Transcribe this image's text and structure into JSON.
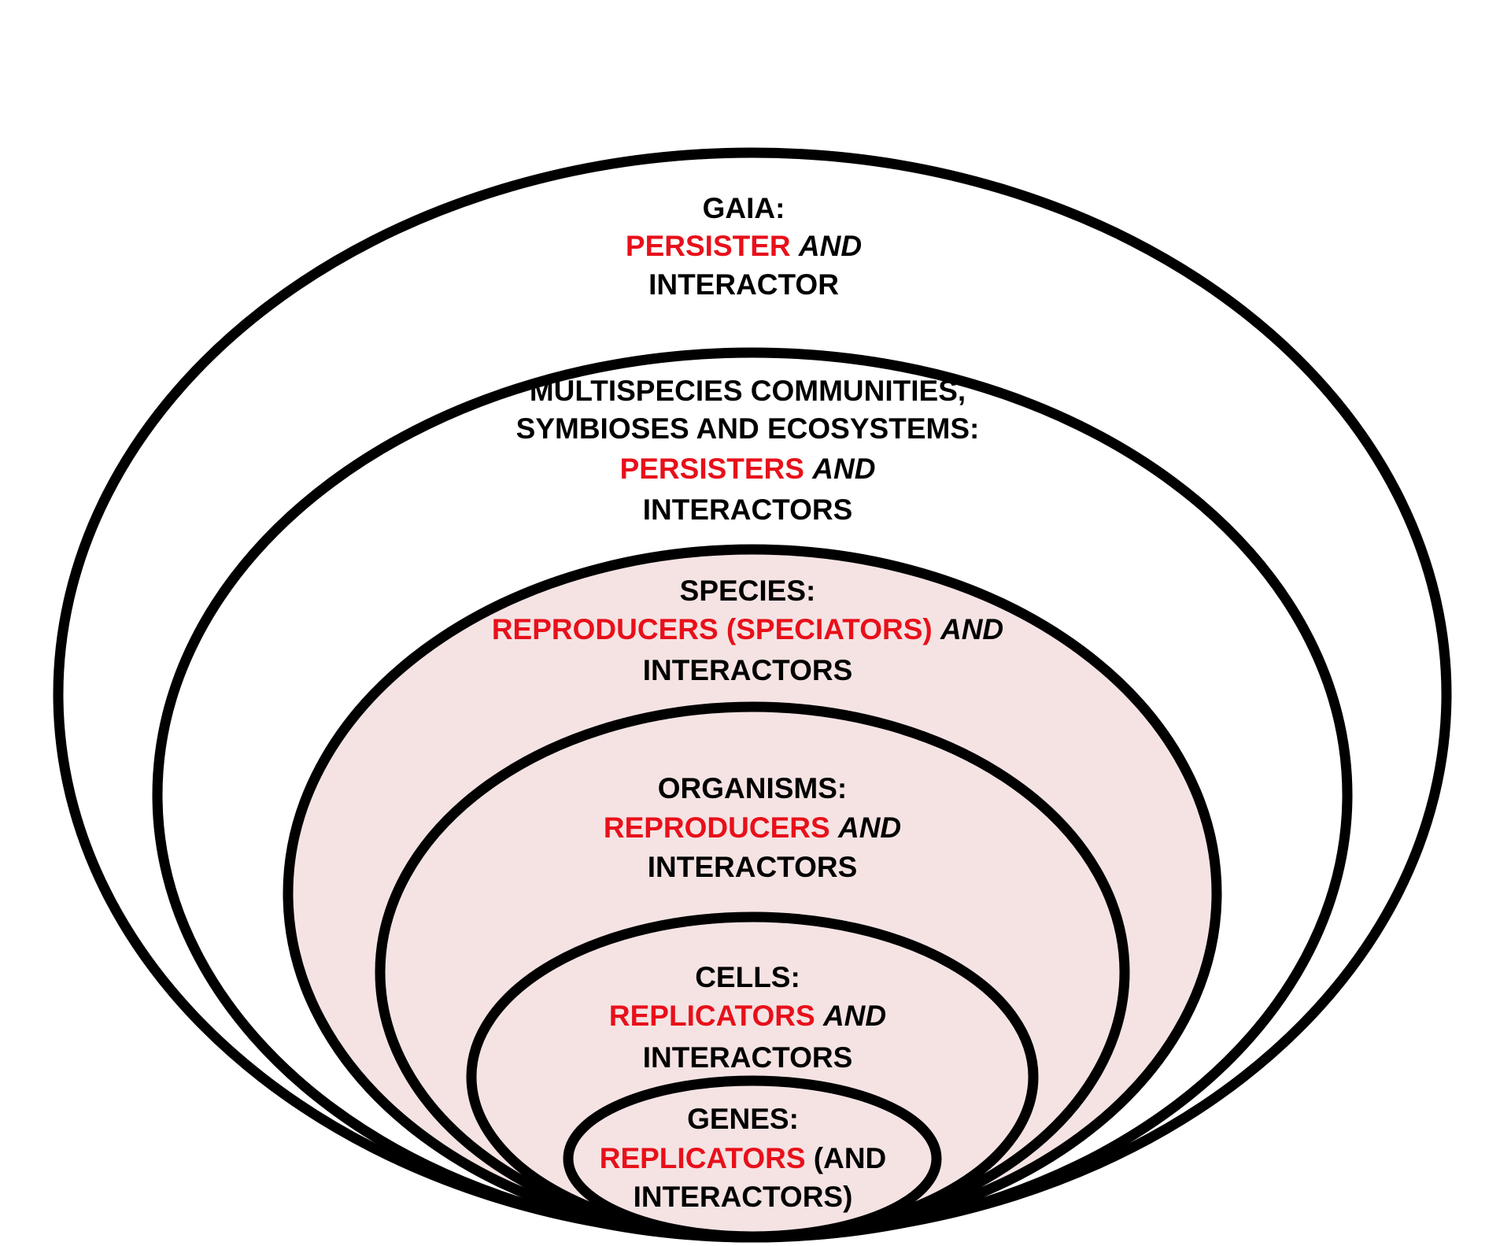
{
  "colors": {
    "outline": "#000000",
    "inner_fill": "#f5e3e3",
    "outer_fill": "#ffffff",
    "role_red": "#e8101a",
    "text": "#000000"
  },
  "levels": [
    {
      "id": "gaia",
      "title": "GAIA:",
      "role": "PERSISTER",
      "connector": "AND",
      "tail": "INTERACTOR"
    },
    {
      "id": "communities",
      "title_line1": "MULTISPECIES COMMUNITIES,",
      "title_line2": "SYMBIOSES AND ECOSYSTEMS:",
      "role": "PERSISTERS",
      "connector": "AND",
      "tail": "INTERACTORS"
    },
    {
      "id": "species",
      "title": "SPECIES:",
      "role": "REPRODUCERS (SPECIATORS)",
      "connector": "AND",
      "tail": "INTERACTORS"
    },
    {
      "id": "organisms",
      "title": "ORGANISMS:",
      "role": "REPRODUCERS",
      "connector": "AND",
      "tail": "INTERACTORS"
    },
    {
      "id": "cells",
      "title": "CELLS:",
      "role": "REPLICATORS",
      "connector": "AND",
      "tail": "INTERACTORS"
    },
    {
      "id": "genes",
      "title": "GENES:",
      "role": "REPLICATORS",
      "connector": "(AND",
      "tail": "INTERACTORS)"
    }
  ]
}
